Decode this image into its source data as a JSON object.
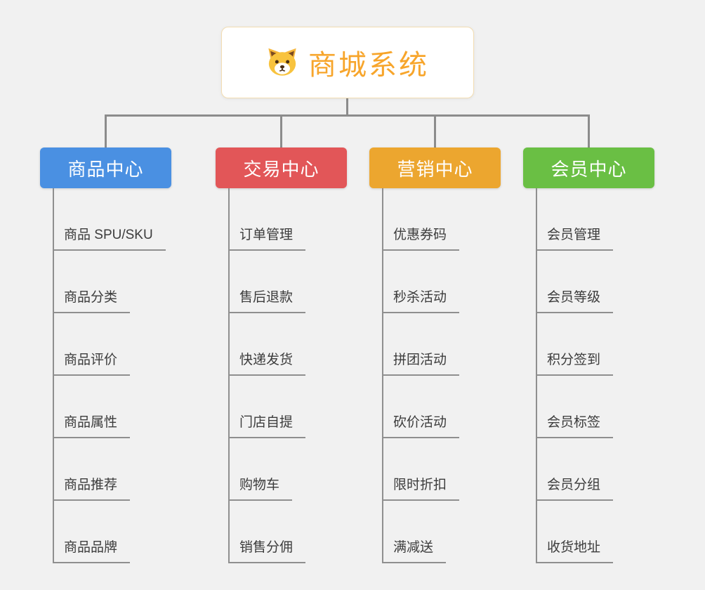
{
  "canvas_background": "#f1f1f1",
  "connector_color": "#8c8c8c",
  "root": {
    "title": "商城系统",
    "title_color": "#f7a52b",
    "background": "#ffffff",
    "icon": "dog-icon"
  },
  "branches": [
    {
      "label": "商品中心",
      "color": "#4a90e2",
      "children": [
        "商品 SPU/SKU",
        "商品分类",
        "商品评价",
        "商品属性",
        "商品推荐",
        "商品品牌"
      ]
    },
    {
      "label": "交易中心",
      "color": "#e25658",
      "children": [
        "订单管理",
        "售后退款",
        "快递发货",
        "门店自提",
        "购物车",
        "销售分佣"
      ]
    },
    {
      "label": "营销中心",
      "color": "#eca62f",
      "children": [
        "优惠券码",
        "秒杀活动",
        "拼团活动",
        "砍价活动",
        "限时折扣",
        "满减送"
      ]
    },
    {
      "label": "会员中心",
      "color": "#6abf44",
      "children": [
        "会员管理",
        "会员等级",
        "积分签到",
        "会员标签",
        "会员分组",
        "收货地址"
      ]
    }
  ]
}
